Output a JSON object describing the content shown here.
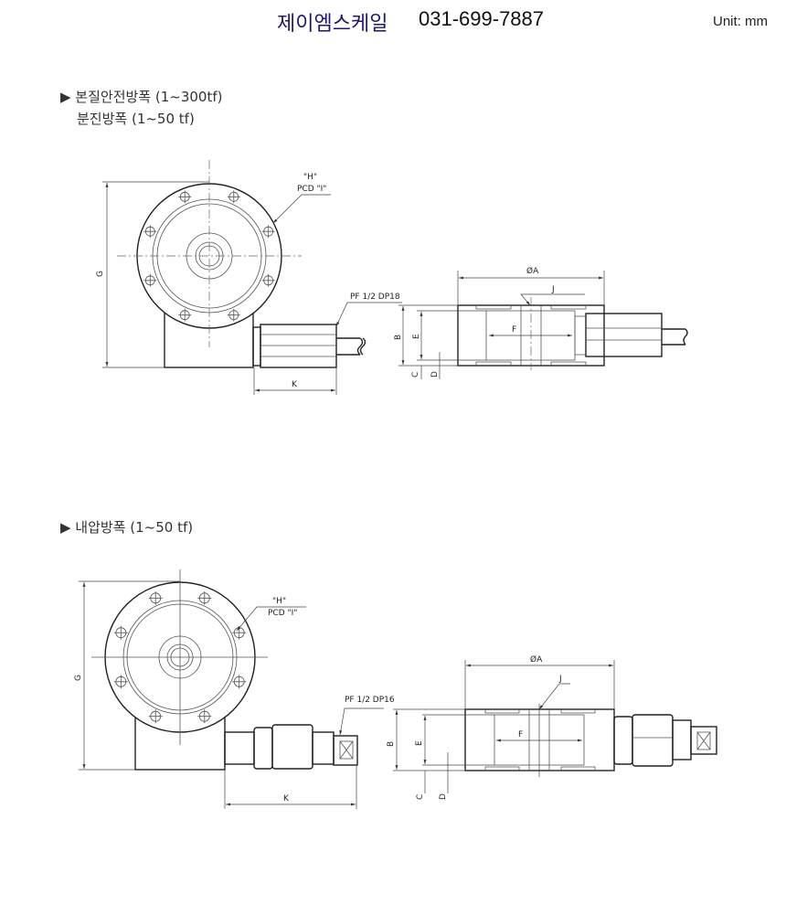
{
  "header": {
    "company": "제이엠스케일",
    "phone": "031-699-7887",
    "unit": "Unit: mm"
  },
  "section1": {
    "title_line1": "▶ 본질안전방폭 (1~300tf)",
    "title_line2": "분진방폭 (1~50 tf)",
    "labels": {
      "h": "\"H\"",
      "pcd": "PCD \"I\"",
      "g": "G",
      "k": "K",
      "pf": "PF 1/2  DP18",
      "a": "ØA",
      "j": "J",
      "b": "B",
      "e": "E",
      "f": "F",
      "c": "C",
      "d": "D"
    }
  },
  "section2": {
    "title": "▶ 내압방폭 (1~50 tf)",
    "labels": {
      "h": "\"H\"",
      "pcd": "PCD \"I\"",
      "g": "G",
      "k": "K",
      "pf": "PF 1/2 DP16",
      "a": "ØA",
      "j": "J",
      "b": "B",
      "e": "E",
      "f": "F",
      "c": "C",
      "d": "D"
    }
  }
}
